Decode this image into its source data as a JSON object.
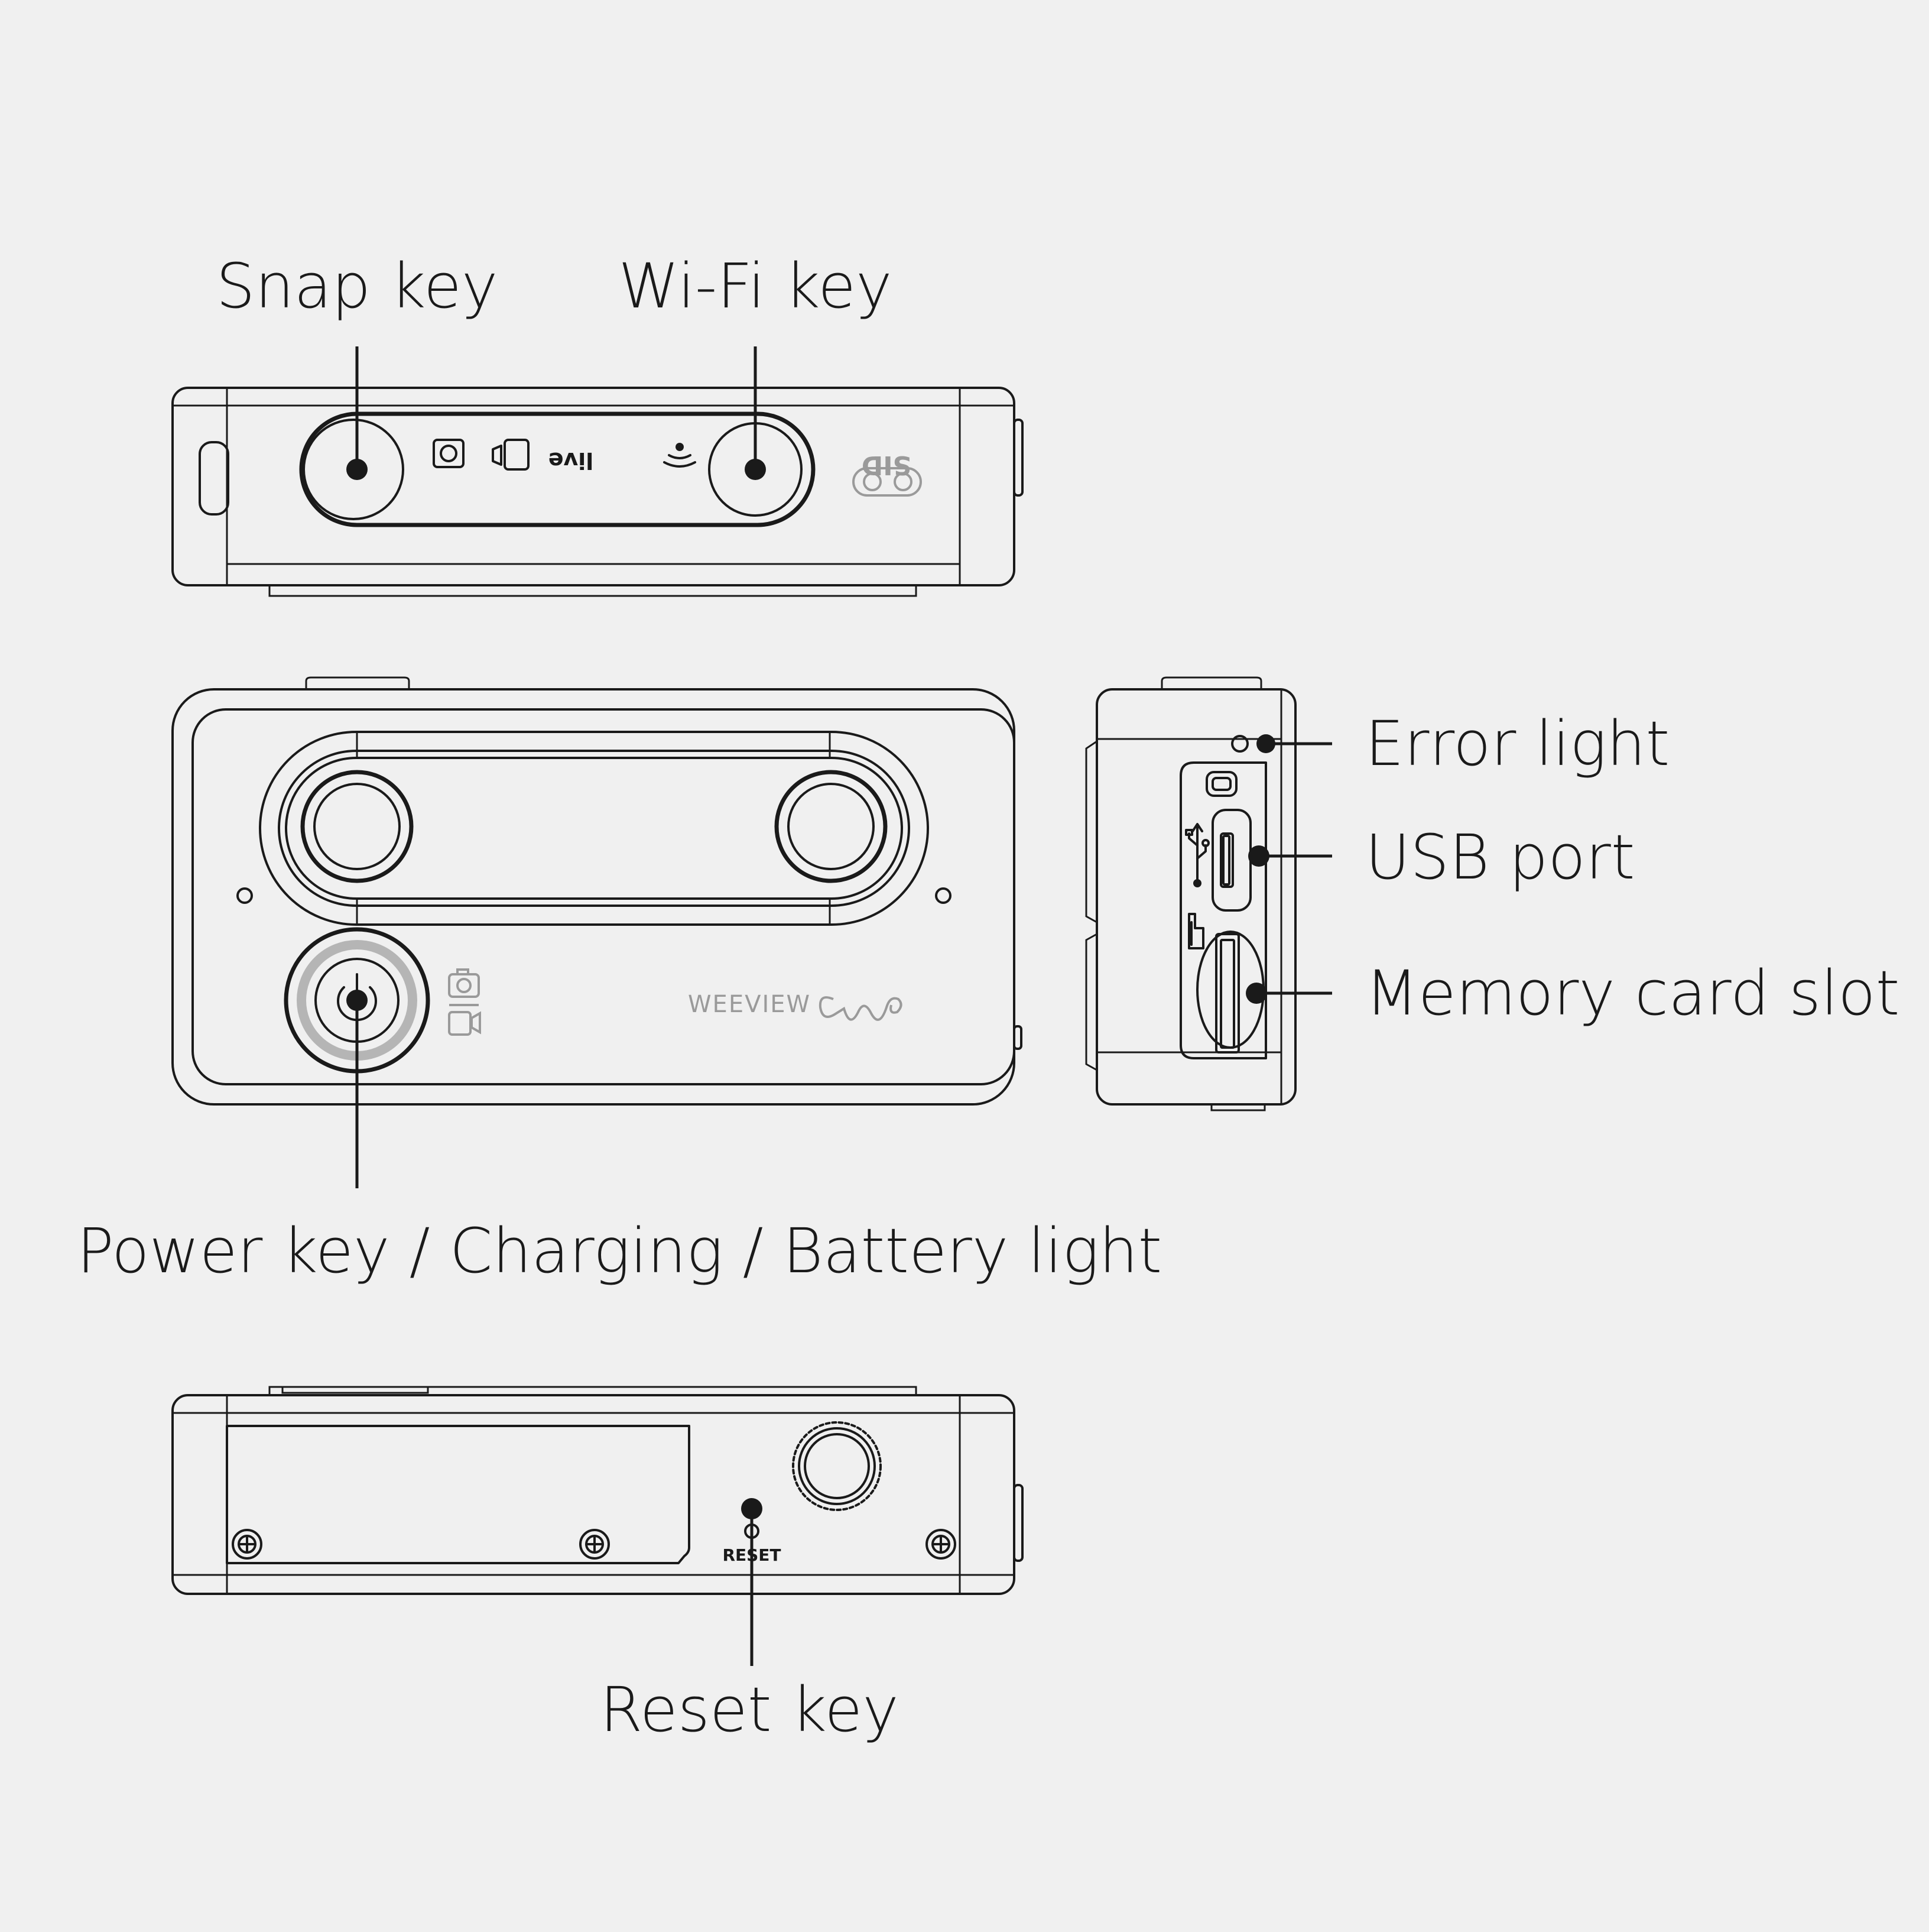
{
  "labels": {
    "snap_key": "Snap key",
    "wifi_key": "Wi-Fi key",
    "error_light": "Error light",
    "usb_port": "USB port",
    "memory_card_slot": "Memory card slot",
    "power_key": "Power key / Charging / Battery light",
    "reset_key": "Reset key"
  },
  "device_markings": {
    "mode_live": "live",
    "sid_badge": "SID",
    "brand": "WEEVIEW",
    "reset": "RESET"
  },
  "icons": [
    "photo-mode-icon",
    "video-mode-icon",
    "wifi-signal-icon",
    "camera-icon",
    "video-camera-icon",
    "power-icon",
    "usb-icon",
    "sd-card-icon",
    "tripod-mount-icon",
    "screw-icon"
  ],
  "colors": {
    "background": "#f0f0f0",
    "line": "#1a1a1a",
    "logo_gray": "#9a9a9a"
  }
}
